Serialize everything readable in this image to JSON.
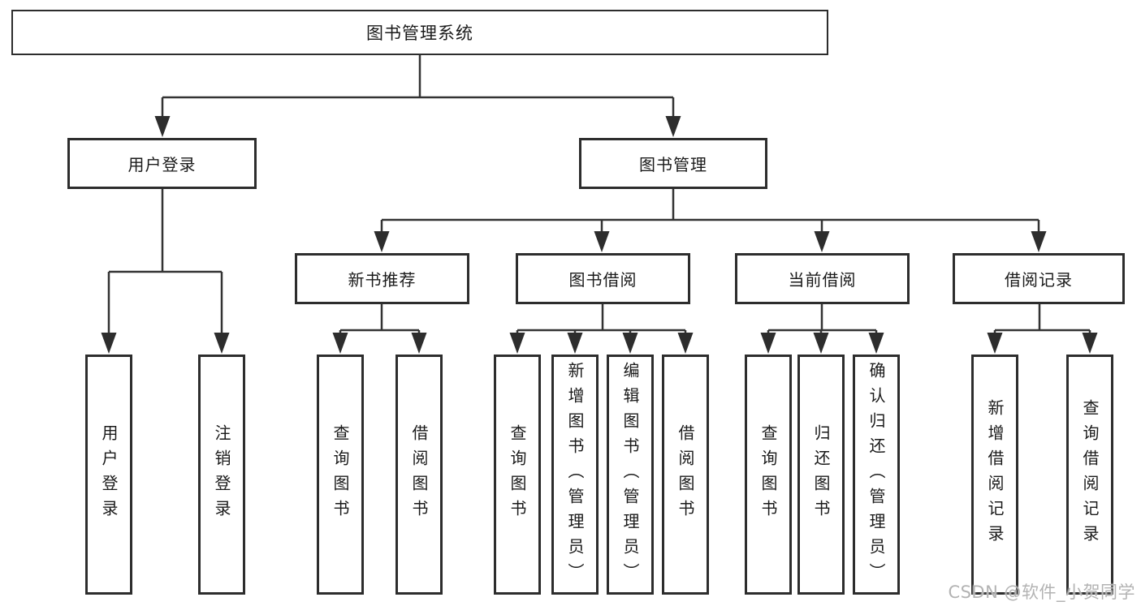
{
  "diagram": {
    "root": {
      "label": "图书管理系统"
    },
    "branches": [
      {
        "label": "用户登录",
        "leaves": [
          {
            "label": "用户登录"
          },
          {
            "label": "注销登录"
          }
        ]
      },
      {
        "label": "图书管理",
        "groups": [
          {
            "label": "新书推荐",
            "leaves": [
              {
                "label": "查询图书"
              },
              {
                "label": "借阅图书"
              }
            ]
          },
          {
            "label": "图书借阅",
            "leaves": [
              {
                "label": "查询图书"
              },
              {
                "label": "新增图书（管理员）"
              },
              {
                "label": "编辑图书（管理员）"
              },
              {
                "label": "借阅图书"
              }
            ]
          },
          {
            "label": "当前借阅",
            "leaves": [
              {
                "label": "查询图书"
              },
              {
                "label": "归还图书"
              },
              {
                "label": "确认归还（管理员）"
              }
            ]
          },
          {
            "label": "借阅记录",
            "leaves": [
              {
                "label": "新增借阅记录"
              },
              {
                "label": "查询借阅记录"
              }
            ]
          }
        ]
      }
    ]
  },
  "colors": {
    "background": "#ffffff",
    "box_border": "#2d2d2d",
    "connector_line": "#333333",
    "text": "#1a1a1a",
    "watermark_text": "#b3b3b3"
  },
  "watermark": {
    "text": "CSDN @软件_小贺同学"
  }
}
